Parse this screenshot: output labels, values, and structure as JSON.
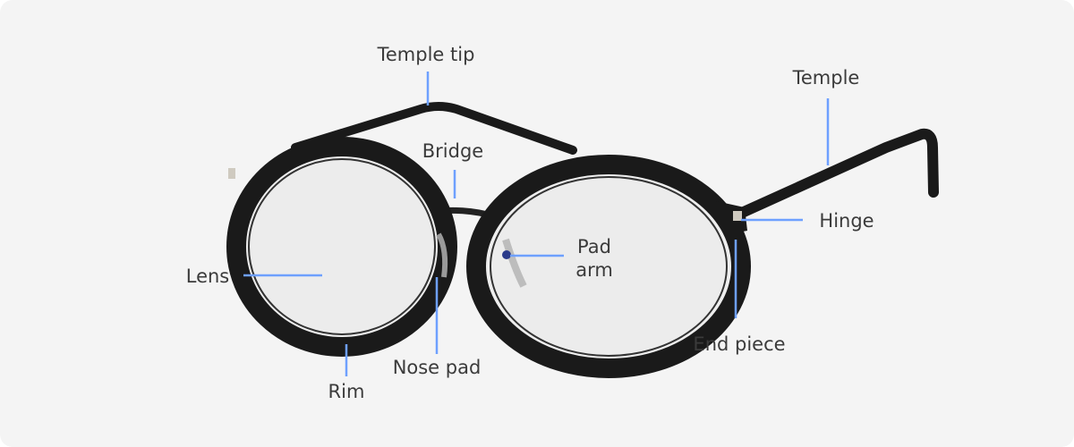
{
  "labels": {
    "temple_tip": "Temple tip",
    "temple": "Temple",
    "bridge": "Bridge",
    "hinge": "Hinge",
    "pad_arm_line1": "Pad",
    "pad_arm_line2": "arm",
    "lens": "Lens",
    "end_piece": "End piece",
    "nose_pad": "Nose pad",
    "rim": "Rim"
  },
  "colors": {
    "background": "#f4f4f4",
    "leader_line": "#6ea0ff",
    "frame": "#1a1a1a",
    "text": "#3b3b3b"
  }
}
